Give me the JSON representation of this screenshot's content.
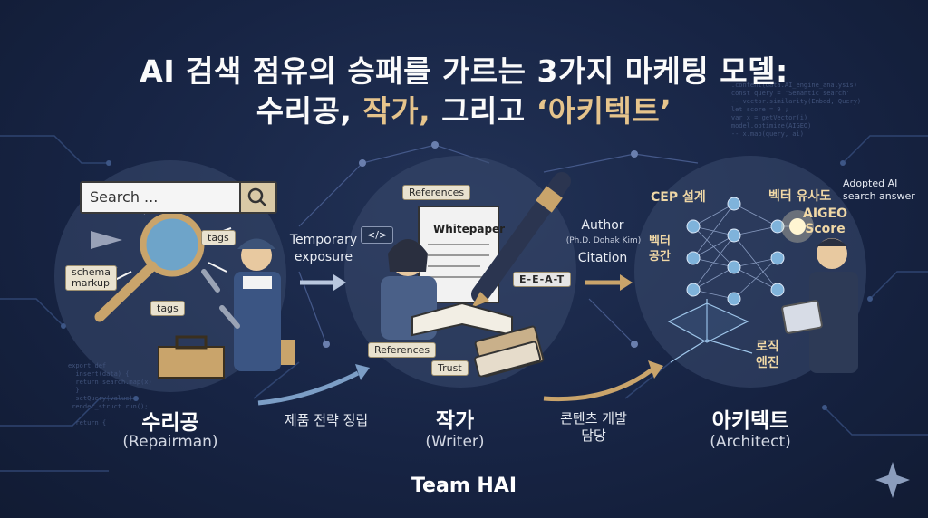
{
  "title": {
    "line1": "AI 검색 점유의 승패를 가르는 3가지 마케팅 모델:",
    "line2_part1": "수리공,",
    "line2_part2": "작가,",
    "line2_part3": "그리고",
    "line2_part4": "‘아키텍트’"
  },
  "repairman": {
    "ko": "수리공",
    "en": "(Repairman)",
    "search_placeholder": "Search ...",
    "tags1": "tags",
    "tags2": "tags",
    "schema": "schema\nmarkup"
  },
  "writer": {
    "ko": "작가",
    "en": "(Writer)",
    "references_top": "References",
    "whitepaper": "Whitepaper",
    "code_tag": "</>",
    "eeat": "E-E-A-T",
    "references_bottom": "References",
    "trust": "Trust"
  },
  "architect": {
    "ko": "아키텍트",
    "en": "(Architect)",
    "cep": "CEP 설계",
    "vector_sim": "벡터 유사도",
    "aigeo": "AIGEO\nScore",
    "adopted": "Adopted AI\nsearch answer",
    "vector_space": "벡터\n공간",
    "logic_engine": "로직\n엔진"
  },
  "transitions": {
    "temporary": "Temporary\nexposure",
    "author": "Author",
    "author_sub": "(Ph.D. Dohak Kim)",
    "citation": "Citation",
    "product_strategy": "제품 전략 정립",
    "content_dev": "콘텐츠 개발\n담당"
  },
  "footer": {
    "team": "Team HAI"
  }
}
